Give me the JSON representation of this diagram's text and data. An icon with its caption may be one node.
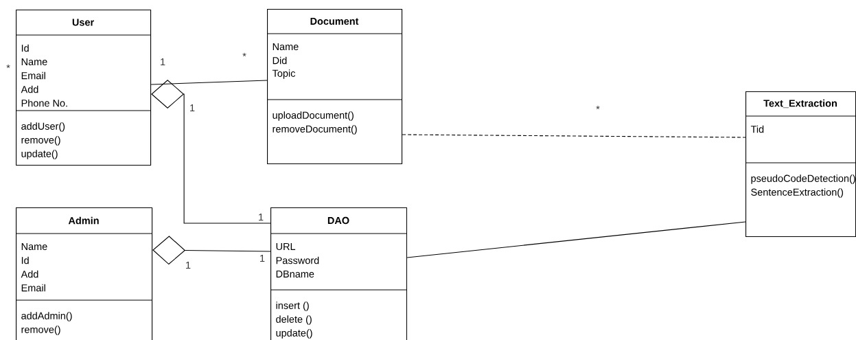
{
  "diagram": {
    "nodes": [
      {
        "text": [
          "User",
          "Id",
          "Name",
          "Email",
          "Add",
          "Phone No.",
          "addUser()",
          "remove()",
          "update()"
        ]
      },
      {
        "text": [
          "Document",
          "Name",
          "Did",
          "Topic",
          "uploadDocument()",
          "removeDocument()"
        ]
      },
      {
        "text": [
          "Text_Extraction",
          "Tid",
          "pseudoCodeDetection()",
          "SentenceExtraction()"
        ]
      },
      {
        "text": [
          "Admin",
          "Name",
          "Id",
          "Add",
          "Email",
          "addAdmin()",
          "remove()"
        ]
      },
      {
        "text": [
          "DAO",
          "URL",
          "Password",
          "DBname",
          "insert ()",
          "delete ()",
          "update()"
        ]
      }
    ],
    "edges": [
      {
        "from": 0,
        "to": 1,
        "arrow": "none"
      },
      {
        "from": 0,
        "to": 4,
        "arrow": "other"
      },
      {
        "from": 3,
        "to": 4,
        "arrow": "other"
      },
      {
        "from": 1,
        "to": 2,
        "arrow": "none",
        "style": "dashed"
      },
      {
        "from": 4,
        "to": 2,
        "arrow": "none"
      }
    ],
    "labels": [
      "*",
      "1",
      "*",
      "1",
      "*",
      "1",
      "1",
      "1"
    ]
  }
}
